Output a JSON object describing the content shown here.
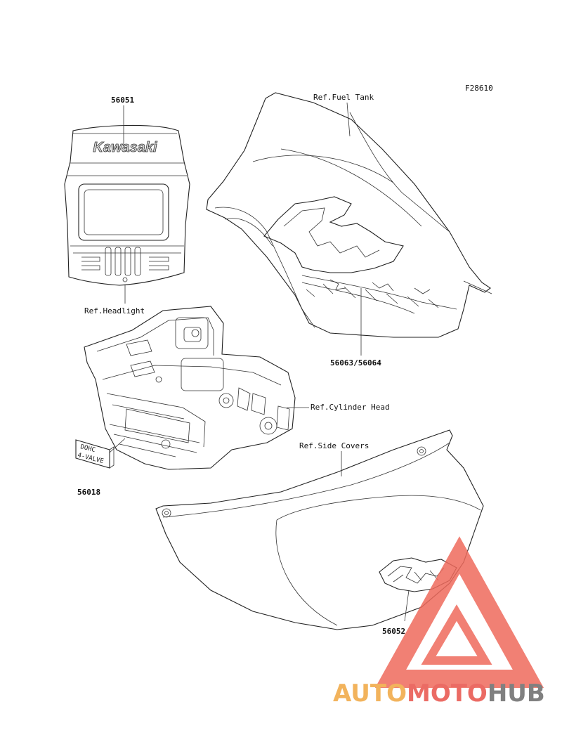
{
  "figure_code": "F28610",
  "labels": {
    "part_headlight_cover": "56051",
    "headlight_brand": "Kawasaki",
    "ref_headlight": "Ref.Headlight",
    "ref_fuel_tank": "Ref.Fuel Tank",
    "part_tank_decals": "56063/56064",
    "ref_cylinder_head": "Ref.Cylinder Head",
    "part_dohc_emblem": "56018",
    "emblem_line1": "DOHC",
    "emblem_line2": "4-VALVE",
    "ref_side_covers": "Ref.Side Covers",
    "part_side_decal": "56052"
  },
  "watermark": {
    "part1": "AUTO",
    "part2": "MOTO",
    "part3": "HUB",
    "colors": {
      "orange": "#f0a640",
      "red": "#e8524a",
      "gray": "#6b6b6b",
      "triangle": "#ef6a5c"
    }
  }
}
